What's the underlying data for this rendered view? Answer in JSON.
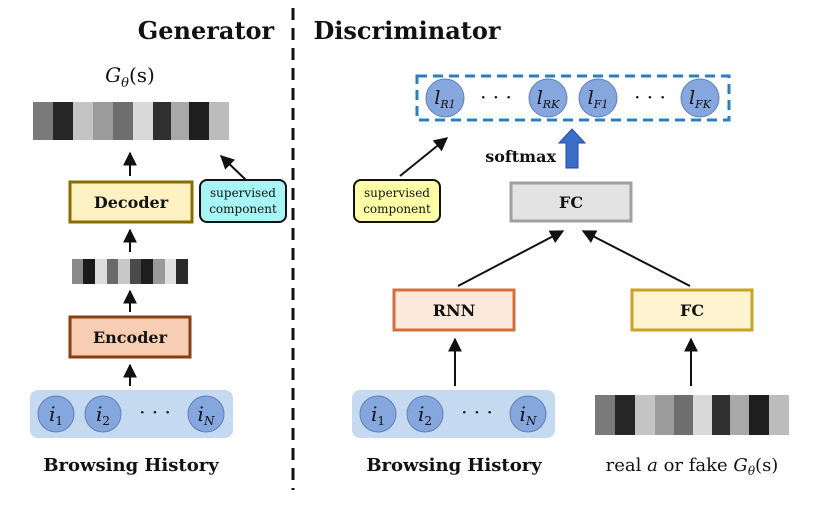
{
  "generator": {
    "title": "Generator",
    "output_label_main": "G",
    "output_label_sub": "θ",
    "output_label_arg": "(s)",
    "decoder_label": "Decoder",
    "encoder_label": "Encoder",
    "supervised_line1": "supervised",
    "supervised_line2": "component",
    "caption": "Browsing History",
    "items": [
      {
        "main": "i",
        "sub": "1"
      },
      {
        "main": "i",
        "sub": "2"
      },
      {
        "main": "i",
        "sub": "N"
      }
    ],
    "dots": "· · ·"
  },
  "discriminator": {
    "title": "Discriminator",
    "logits": [
      {
        "main": "l",
        "sub": "R1"
      },
      {
        "main": "l",
        "sub": "RK"
      },
      {
        "main": "l",
        "sub": "F1"
      },
      {
        "main": "l",
        "sub": "FK"
      }
    ],
    "dots": "· · ·",
    "softmax_label": "softmax",
    "fc_top_label": "FC",
    "rnn_label": "RNN",
    "fc_right_label": "FC",
    "supervised_line1": "supervised",
    "supervised_line2": "component",
    "caption_left": "Browsing History",
    "caption_right_pre": "real ",
    "caption_right_a": "a",
    "caption_right_mid": " or fake ",
    "caption_right_G": "G",
    "caption_right_sub": "θ",
    "caption_right_arg": "(s)",
    "items": [
      {
        "main": "i",
        "sub": "1"
      },
      {
        "main": "i",
        "sub": "2"
      },
      {
        "main": "i",
        "sub": "N"
      }
    ]
  },
  "colors": {
    "decoder_fill": "#fff2c2",
    "decoder_stroke": "#8a6d00",
    "encoder_fill": "#f7cdb4",
    "encoder_stroke": "#8a3e14",
    "rnn_fill": "#fde8dc",
    "rnn_stroke": "#d2703c",
    "fc_top_fill": "#e3e3e3",
    "fc_top_stroke": "#a0a0a0",
    "fc_right_fill": "#fff4cf",
    "fc_right_stroke": "#c9a227",
    "supervised_gen_fill": "#a8f5f5",
    "supervised_disc_fill": "#ffffa8",
    "history_bg": "#c5daf0",
    "circle_fill": "#86a6de",
    "circle_stroke": "#5f7fb8",
    "dashed_box": "#2a7fc0",
    "softmax_arrow": "#3a6ec9"
  }
}
